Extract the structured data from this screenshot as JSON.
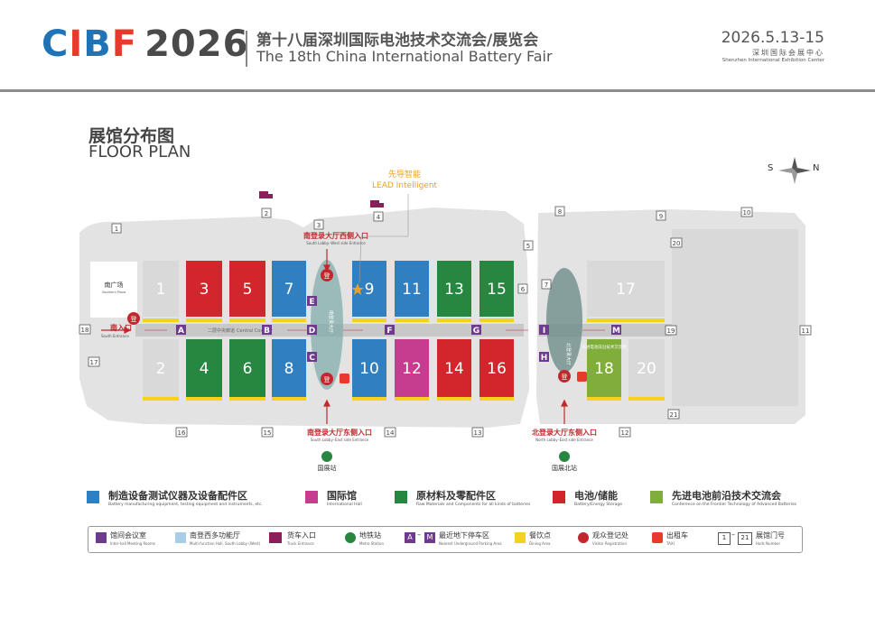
{
  "header": {
    "logo": {
      "c": "C",
      "i": "I",
      "b": "B",
      "f": "F",
      "year": "2026"
    },
    "title_cn": "第十八届深圳国际电池技术交流会/展览会",
    "title_en": "The 18th China International Battery Fair",
    "date": "2026.5.13-15",
    "venue_cn": "深圳国际会展中心",
    "venue_en": "Shenzhen International Exhibition Center"
  },
  "floorplan": {
    "title_cn": "展馆分布图",
    "title_en": "FLOOR PLAN"
  },
  "compass": {
    "south": "S",
    "north": "N"
  },
  "lead": {
    "cn": "先导智能",
    "en": "LEAD Intelligent"
  },
  "colors": {
    "blue": "#2f7fc1",
    "magenta": "#c63c8e",
    "green": "#27863f",
    "red": "#d2262d",
    "lightgreen": "#7fae3b",
    "gray": "#d9d9d9",
    "purple": "#6f3a8e",
    "yellow": "#f5d21f",
    "lightblue": "#a7cde8"
  },
  "halls": [
    {
      "num": "1",
      "color": "gray"
    },
    {
      "num": "2",
      "color": "gray"
    },
    {
      "num": "3",
      "color": "red"
    },
    {
      "num": "4",
      "color": "green"
    },
    {
      "num": "5",
      "color": "red"
    },
    {
      "num": "6",
      "color": "green"
    },
    {
      "num": "7",
      "color": "blue"
    },
    {
      "num": "8",
      "color": "blue"
    },
    {
      "num": "9",
      "color": "blue"
    },
    {
      "num": "10",
      "color": "blue"
    },
    {
      "num": "11",
      "color": "blue"
    },
    {
      "num": "12",
      "color": "magenta"
    },
    {
      "num": "13",
      "color": "green"
    },
    {
      "num": "14",
      "color": "red"
    },
    {
      "num": "15",
      "color": "green"
    },
    {
      "num": "16",
      "color": "red"
    },
    {
      "num": "17",
      "color": "gray"
    },
    {
      "num": "18",
      "color": "lightgreen"
    },
    {
      "num": "20",
      "color": "gray"
    }
  ],
  "parking": [
    "A",
    "B",
    "C",
    "D",
    "E",
    "F",
    "G",
    "H",
    "I",
    "M"
  ],
  "gates": [
    "1",
    "2",
    "3",
    "4",
    "5",
    "6",
    "7",
    "8",
    "9",
    "10",
    "11",
    "12",
    "13",
    "14",
    "15",
    "16",
    "17",
    "18",
    "19",
    "20",
    "21"
  ],
  "labels": {
    "south_plaza_cn": "南广场",
    "south_plaza_en": "Southern Plaza",
    "south_entrance_cn": "南入口",
    "south_entrance_en": "South Entrance",
    "corridor_cn": "二层中央廊道",
    "corridor_en": "Central Corridor",
    "sl_west_cn": "南登录大厅西侧入口",
    "sl_west_en": "South Lobby–West side Entrance",
    "sl_east_cn": "南登录大厅东侧入口",
    "sl_east_en": "South Lobby–East side Entrance",
    "nl_east_cn": "北登录大厅东侧入口",
    "nl_east_en": "North Lobby–East side Entrance",
    "station1": "国展站",
    "station2": "国展北站",
    "south_lobby": "南登录大厅",
    "north_lobby": "北登录大厅",
    "conf_hall": "先进电池前沿技术交流会"
  },
  "legend_main": [
    {
      "cn": "制造设备测试仪器及设备配件区",
      "en": "Battery manufacturing equipment, testing equipment and instruments, etc.",
      "color": "#2f7fc1"
    },
    {
      "cn": "国际馆",
      "en": "International Hall",
      "color": "#c63c8e"
    },
    {
      "cn": "原材料及零配件区",
      "en": "Raw Materials and Components for all kinds of batteries",
      "color": "#27863f"
    },
    {
      "cn": "电池/储能",
      "en": "Battery/Energy Storage",
      "color": "#d2262d"
    },
    {
      "cn": "先进电池前沿技术交流会",
      "en": "Conference on the Frontier Technology of Advanced Batteries",
      "color": "#7fae3b"
    }
  ],
  "legend_keys": [
    {
      "cn": "馆间会议室",
      "en": "Inter-hall Meeting Rooms",
      "icon": "meeting-room-icon"
    },
    {
      "cn": "南登西多功能厅",
      "en": "Multi-function Hall, South Lobby (West)",
      "icon": "multifunction-hall-icon"
    },
    {
      "cn": "货车入口",
      "en": "Truck Entrance",
      "icon": "truck-icon"
    },
    {
      "cn": "地铁站",
      "en": "Metro Station",
      "icon": "metro-icon"
    },
    {
      "cn": "最近地下停车区",
      "en": "Nearest Underground Parking Area",
      "icon": "parking-icon",
      "a": "A",
      "m": "M",
      "dash": "–"
    },
    {
      "cn": "餐饮点",
      "en": "Dining Area",
      "icon": "dining-icon"
    },
    {
      "cn": "观众登记处",
      "en": "Visitor Registration",
      "icon": "registration-icon"
    },
    {
      "cn": "出租车",
      "en": "TAXI",
      "icon": "taxi-icon"
    },
    {
      "cn": "展馆门号",
      "en": "Halls Number",
      "icon": "hall-number-icon",
      "a": "1",
      "m": "21",
      "dash": "–"
    }
  ]
}
